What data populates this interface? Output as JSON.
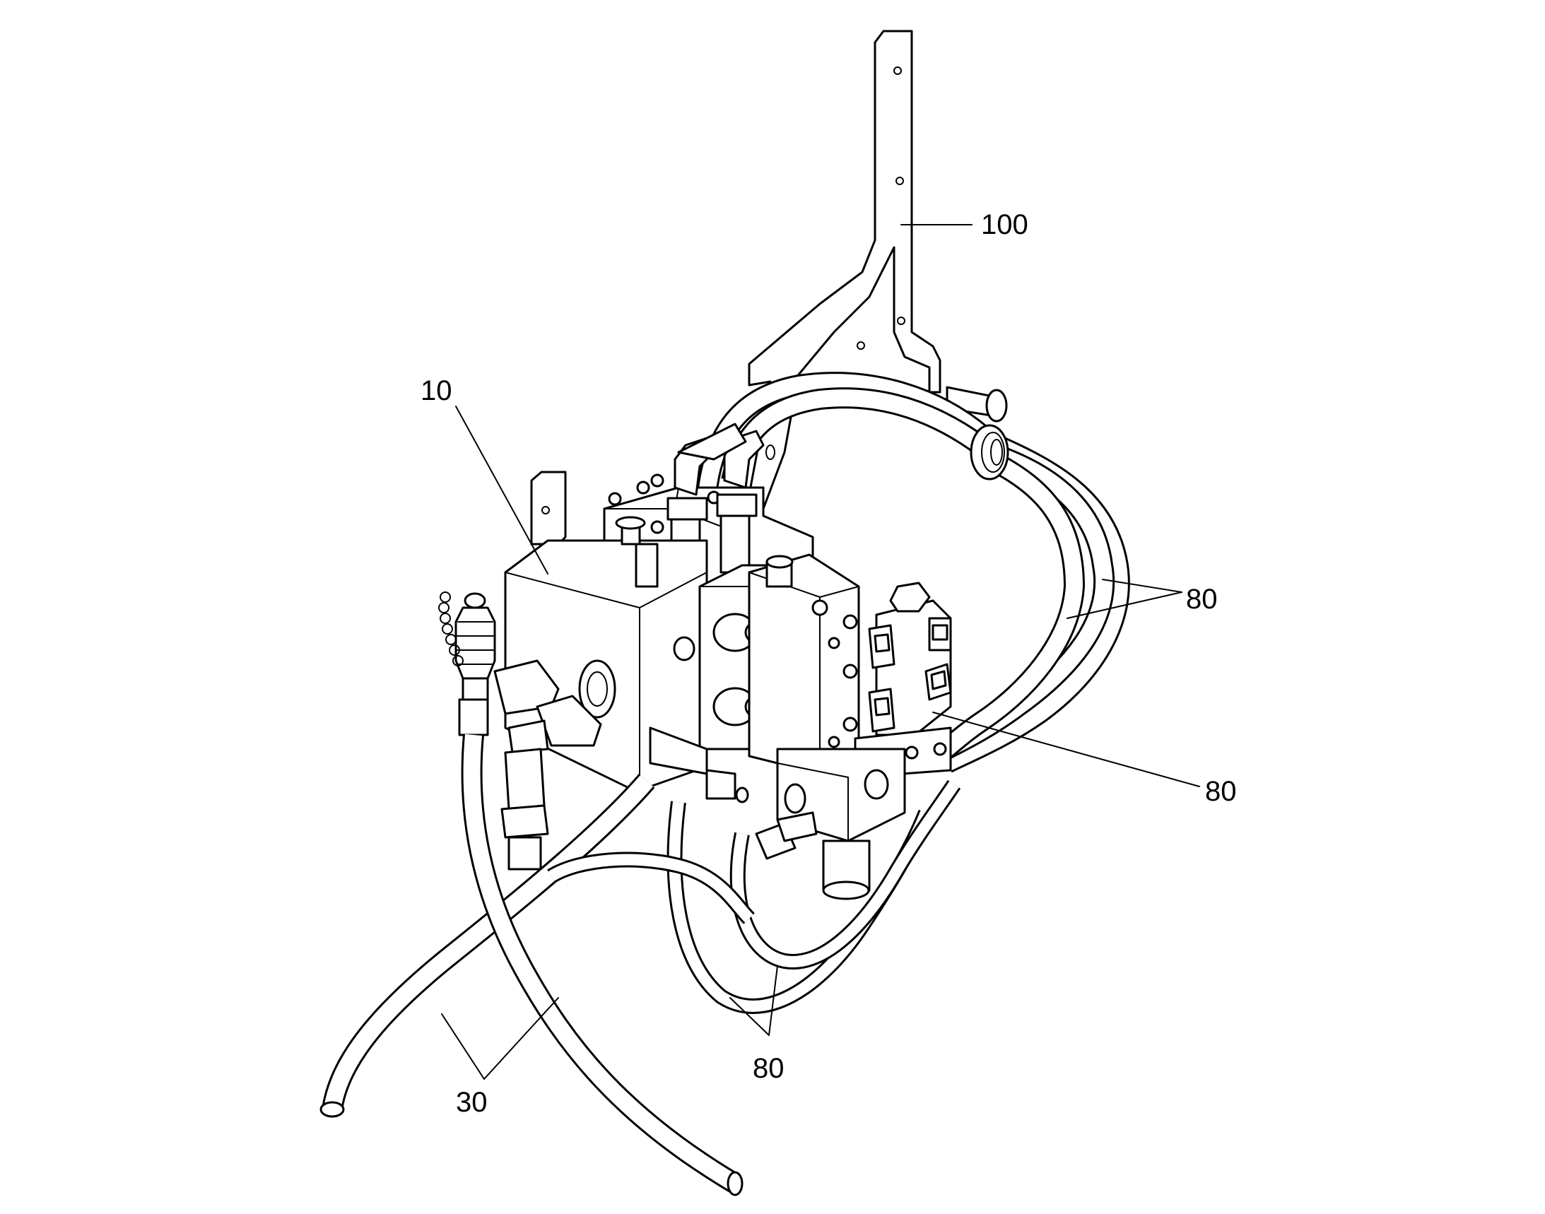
{
  "labels": {
    "bracket": "100",
    "valve_block": "10",
    "hoses_upper_right": "80",
    "hoses_middle_right": "80",
    "hoses_bottom": "80",
    "lines_bottom_left": "30"
  },
  "colors": {
    "line": "#000000",
    "background": "#ffffff"
  }
}
